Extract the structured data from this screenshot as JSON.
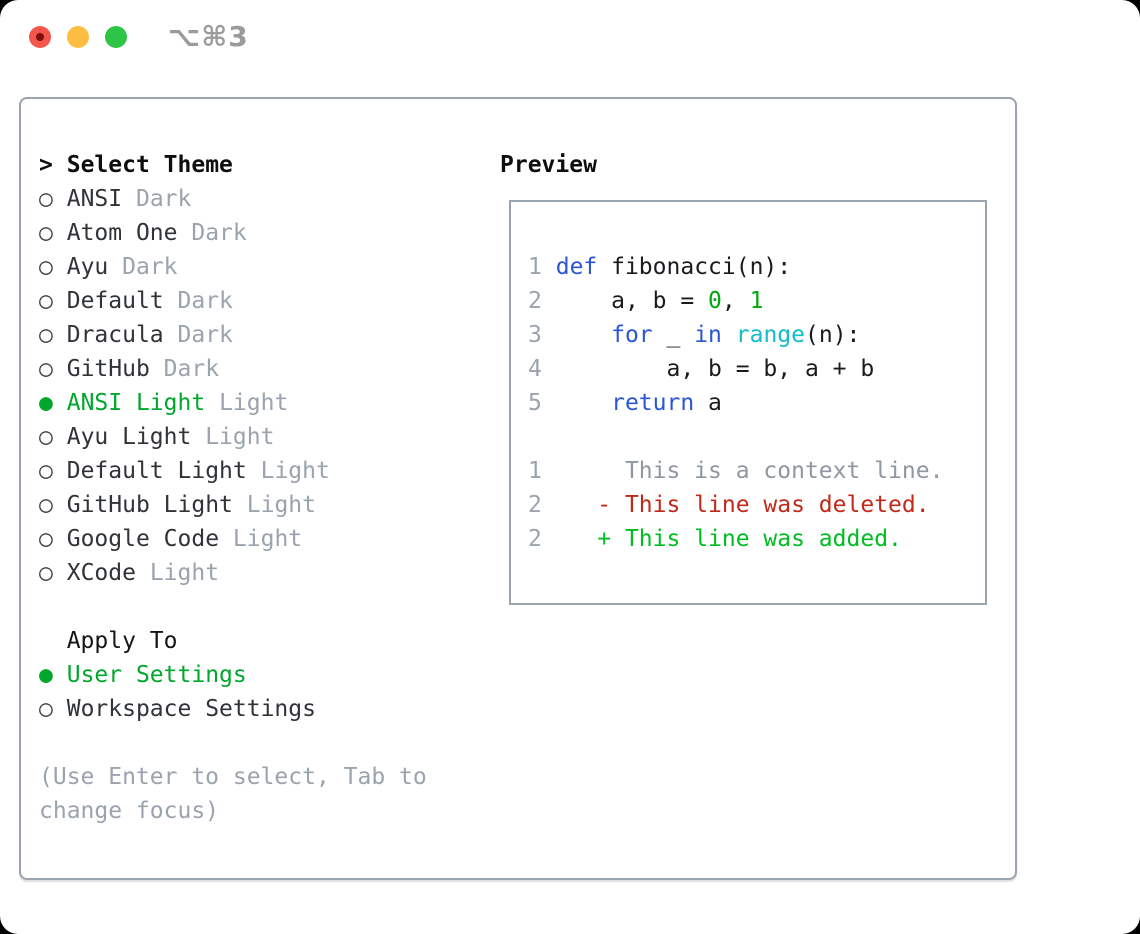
{
  "titlebar": {
    "shortcut": "⌥⌘3",
    "traffic_lights": [
      {
        "name": "close",
        "color": "#f4564d",
        "inner_dot": true
      },
      {
        "name": "minimize",
        "color": "#fcbd40",
        "inner_dot": false
      },
      {
        "name": "zoom",
        "color": "#2ec546",
        "inner_dot": false
      }
    ]
  },
  "theme_panel": {
    "prompt": ">",
    "heading": "Select Theme",
    "items": [
      {
        "label": "ANSI",
        "variant": "Dark",
        "selected": false
      },
      {
        "label": "Atom One",
        "variant": "Dark",
        "selected": false
      },
      {
        "label": "Ayu",
        "variant": "Dark",
        "selected": false
      },
      {
        "label": "Default",
        "variant": "Dark",
        "selected": false
      },
      {
        "label": "Dracula",
        "variant": "Dark",
        "selected": false
      },
      {
        "label": "GitHub",
        "variant": "Dark",
        "selected": false
      },
      {
        "label": "ANSI Light",
        "variant": "Light",
        "selected": true
      },
      {
        "label": "Ayu Light",
        "variant": "Light",
        "selected": false
      },
      {
        "label": "Default Light",
        "variant": "Light",
        "selected": false
      },
      {
        "label": "GitHub Light",
        "variant": "Light",
        "selected": false
      },
      {
        "label": "Google Code",
        "variant": "Light",
        "selected": false
      },
      {
        "label": "XCode",
        "variant": "Light",
        "selected": false
      }
    ]
  },
  "apply_panel": {
    "heading": "Apply To",
    "options": [
      {
        "label": "User Settings",
        "selected": true
      },
      {
        "label": "Workspace Settings",
        "selected": false
      }
    ]
  },
  "help_lines": [
    "(Use Enter to select, Tab to",
    "change focus)"
  ],
  "preview_panel": {
    "heading": "Preview",
    "code_lines": [
      {
        "num": "1",
        "tokens": [
          {
            "text": "def",
            "style": "keyword"
          },
          {
            "text": " fibonacci(n):",
            "style": "plain"
          }
        ]
      },
      {
        "num": "2",
        "tokens": [
          {
            "text": "    a, b = ",
            "style": "plain"
          },
          {
            "text": "0",
            "style": "number"
          },
          {
            "text": ", ",
            "style": "plain"
          },
          {
            "text": "1",
            "style": "number"
          }
        ]
      },
      {
        "num": "3",
        "tokens": [
          {
            "text": "    ",
            "style": "plain"
          },
          {
            "text": "for",
            "style": "keyword"
          },
          {
            "text": " _ ",
            "style": "plain"
          },
          {
            "text": "in",
            "style": "keyword"
          },
          {
            "text": " ",
            "style": "plain"
          },
          {
            "text": "range",
            "style": "builtin"
          },
          {
            "text": "(n):",
            "style": "plain"
          }
        ]
      },
      {
        "num": "4",
        "tokens": [
          {
            "text": "        a, b = b, a + b",
            "style": "plain"
          }
        ]
      },
      {
        "num": "5",
        "tokens": [
          {
            "text": "    ",
            "style": "plain"
          },
          {
            "text": "return",
            "style": "keyword"
          },
          {
            "text": " a",
            "style": "plain"
          }
        ]
      }
    ],
    "diff_lines": [
      {
        "num": "1",
        "marker": " ",
        "text": "This is a context line.",
        "kind": "context"
      },
      {
        "num": "2",
        "marker": "-",
        "text": "This line was deleted.",
        "kind": "deleted"
      },
      {
        "num": "2",
        "marker": "+",
        "text": "This line was added.",
        "kind": "added"
      }
    ]
  },
  "icons": {
    "radio_selected": "●",
    "radio_unselected": "○"
  },
  "colors": {
    "accent_green": "#00a72c",
    "keyword_blue": "#2a56d6",
    "builtin_cyan": "#12bcc8",
    "number_green": "#00a80e",
    "deleted_red": "#c1291b",
    "added_green": "#00bd22",
    "muted_gray": "#9aa3ae",
    "border_gray": "#9aa3ae",
    "label_dark": "#303338",
    "heading_black": "#0d0e10",
    "code_plain": "#1a1b1e",
    "context_gray": "#8f97a1",
    "title_gray": "#9b9b9b"
  }
}
